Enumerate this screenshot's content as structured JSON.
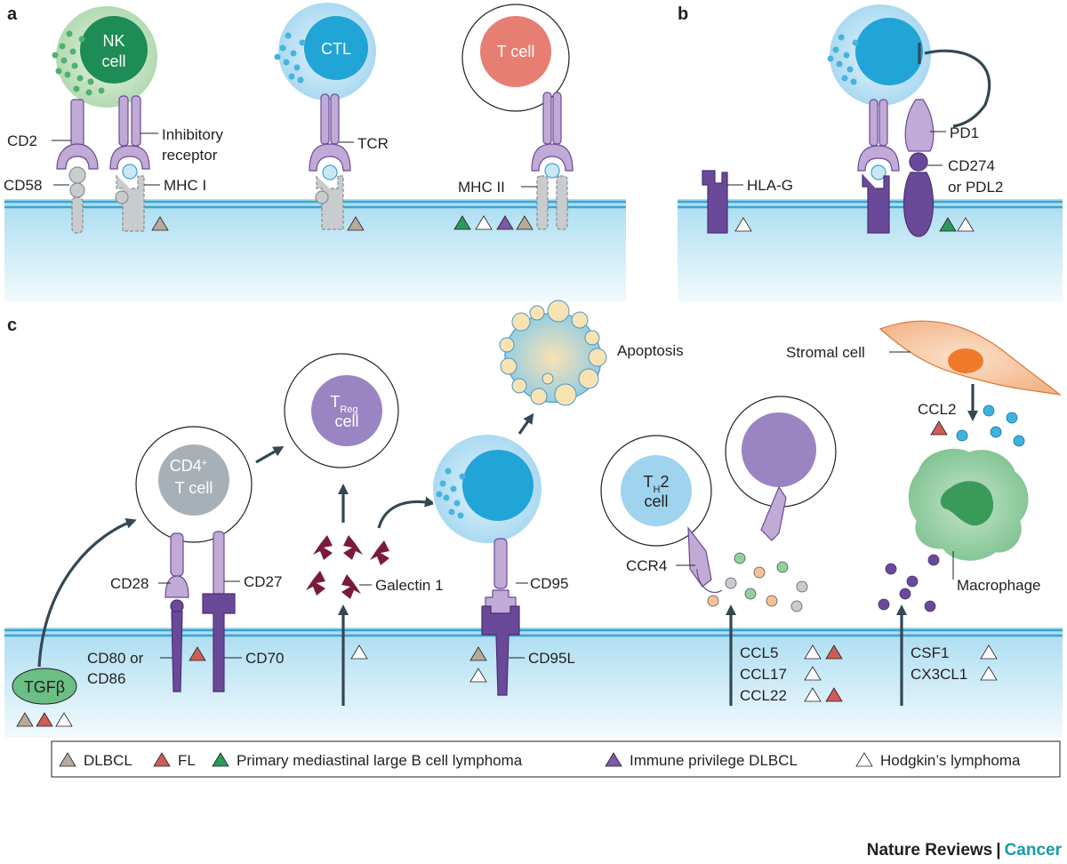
{
  "panels": {
    "a": "a",
    "b": "b",
    "c": "c"
  },
  "colors": {
    "dlbcl": "#b8a99d",
    "fl": "#cf5c57",
    "pmbl": "#2a9a5c",
    "immune_privilege": "#7c5aa6",
    "hodgkin": "#ffffff",
    "membrane": "#8ecfe9",
    "receptor_light": "#c1aad6",
    "receptor_dark": "#6a4a98",
    "mhc": "#c9cccf",
    "galectin": "#7a1b3a",
    "arrow": "#344853",
    "brand_accent": "#1a9aa9"
  },
  "panel_a": {
    "nk_cell": [
      "NK",
      "cell"
    ],
    "ctl": "CTL",
    "t_cell": "T cell",
    "cd2": "CD2",
    "cd58": "CD58",
    "inhibitory_receptor": [
      "Inhibitory",
      "receptor"
    ],
    "mhc1": "MHC I",
    "tcr": "TCR",
    "mhc2": "MHC II"
  },
  "panel_b": {
    "hla_g": "HLA-G",
    "pd1": "PD1",
    "cd274": [
      "CD274",
      "or PDL2"
    ]
  },
  "panel_c": {
    "apoptosis": "Apoptosis",
    "stromal_cell": "Stromal cell",
    "treg": {
      "main": "T",
      "sub": "Reg",
      "line2": "cell"
    },
    "cd4": {
      "main": "CD4",
      "sup": "+",
      "line2": "T cell"
    },
    "th2": {
      "main": "T",
      "sub": "H",
      "after": "2",
      "line2": "cell"
    },
    "ccl2": "CCL2",
    "cd28": "CD28",
    "cd27": "CD27",
    "galectin1": "Galectin 1",
    "cd95": "CD95",
    "cd95l": "CD95L",
    "ccr4": "CCR4",
    "macrophage": "Macrophage",
    "cd80": [
      "CD80 or",
      "CD86"
    ],
    "cd70": "CD70",
    "tgfb": "TGFβ",
    "ccl5": "CCL5",
    "ccl17": "CCL17",
    "ccl22": "CCL22",
    "csf1": "CSF1",
    "cx3cl1": "CX3CL1"
  },
  "legend": {
    "dlbcl": "DLBCL",
    "fl": "FL",
    "pmbl": "Primary mediastinal large B cell lymphoma",
    "immune_privilege": "Immune privilege DLBCL",
    "hodgkin": "Hodgkin’s lymphoma"
  },
  "brand": {
    "name": "Nature Reviews",
    "sep": "|",
    "journal": "Cancer"
  }
}
